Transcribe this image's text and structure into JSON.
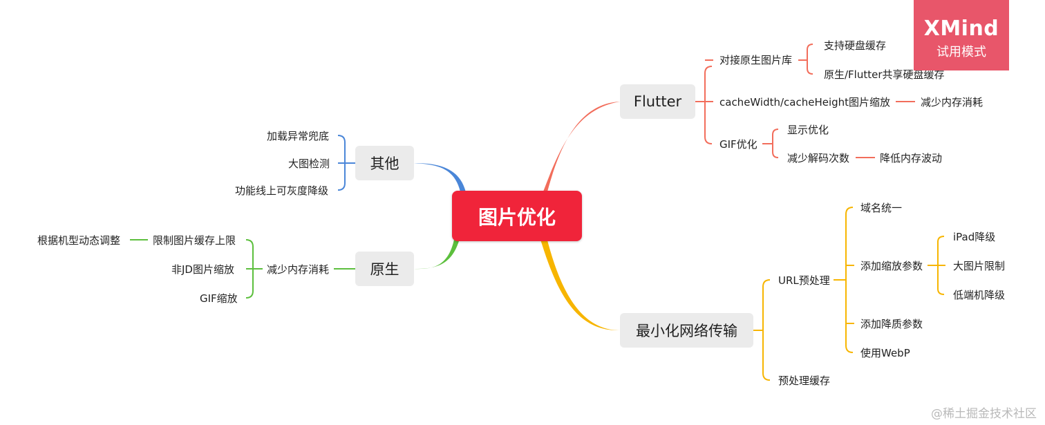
{
  "colors": {
    "root": "#f0243a",
    "flutter": "#f26d5b",
    "network": "#f7b500",
    "other": "#4a86d8",
    "native": "#5cbf3d",
    "badge": "#e8566a"
  },
  "root": {
    "label": "图片优化"
  },
  "flutter": {
    "label": "Flutter",
    "native_lib": {
      "label": "对接原生图片库",
      "children": [
        "支持硬盘缓存",
        "原生/Flutter共享硬盘缓存"
      ]
    },
    "cache_size": {
      "label": "cacheWidth/cacheHeight图片缩放",
      "child": "减少内存消耗"
    },
    "gif": {
      "label": "GIF优化",
      "display": "显示优化",
      "decode": "减少解码次数",
      "decode_child": "降低内存波动"
    }
  },
  "network": {
    "label": "最小化网络传输",
    "url": {
      "label": "URL预处理",
      "domain": "域名统一",
      "scale": {
        "label": "添加缩放参数",
        "children": [
          "iPad降级",
          "大图片限制",
          "低端机降级"
        ]
      },
      "quality": "添加降质参数",
      "webp": "使用WebP"
    },
    "cache": "预处理缓存"
  },
  "other": {
    "label": "其他",
    "children": [
      "加载异常兜底",
      "大图检测",
      "功能线上可灰度降级"
    ]
  },
  "native": {
    "label": "原生",
    "reduce": {
      "label": "减少内存消耗",
      "limit": {
        "label": "限制图片缓存上限",
        "child": "根据机型动态调整"
      },
      "non_jd": "非JD图片缩放",
      "gif": "GIF缩放"
    }
  },
  "badge": {
    "title": "XMind",
    "subtitle": "试用模式"
  },
  "watermark": "@稀土掘金技术社区"
}
